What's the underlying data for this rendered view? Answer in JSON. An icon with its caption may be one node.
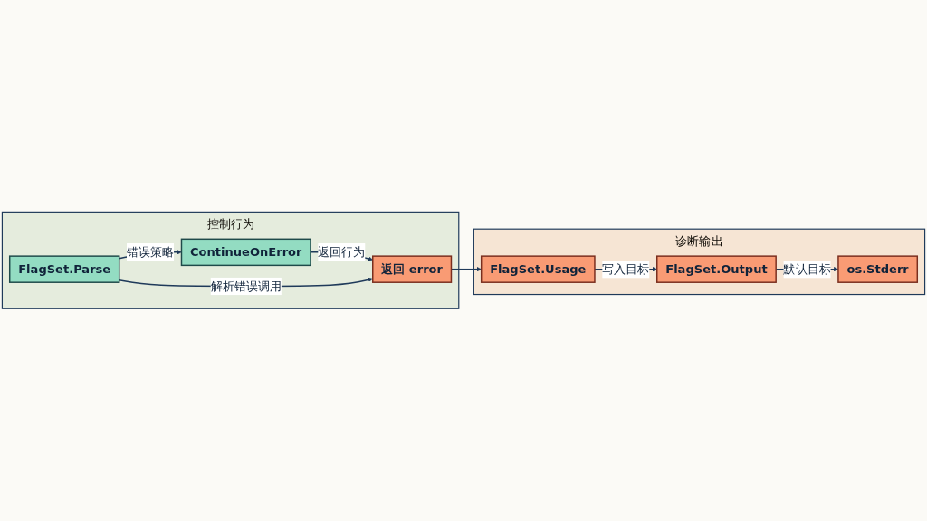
{
  "diagram": {
    "nodes": [
      {
        "text": [
          "控制行为"
        ]
      },
      {
        "text": [
          "FlagSet.Parse"
        ],
        "in": 0
      },
      {
        "text": [
          "ContinueOnError"
        ],
        "in": 0
      },
      {
        "text": [
          "返回 error"
        ],
        "in": 0
      },
      {
        "text": [
          "诊断输出"
        ]
      },
      {
        "text": [
          "FlagSet.Usage"
        ],
        "in": 4
      },
      {
        "text": [
          "FlagSet.Output"
        ],
        "in": 4
      },
      {
        "text": [
          "os.Stderr"
        ],
        "in": 4
      }
    ],
    "edges": [
      {
        "from": 1,
        "to": 2,
        "arrow": "to",
        "label": "错误策略"
      },
      {
        "from": 2,
        "to": 3,
        "arrow": "to",
        "label": "返回行为"
      },
      {
        "from": 1,
        "to": 3,
        "arrow": "to",
        "label": "解析错误调用"
      },
      {
        "from": 3,
        "to": 5,
        "arrow": "to"
      },
      {
        "from": 5,
        "to": 6,
        "arrow": "to",
        "label": "写入目标"
      },
      {
        "from": 6,
        "to": 7,
        "arrow": "to",
        "label": "默认目标"
      }
    ]
  }
}
